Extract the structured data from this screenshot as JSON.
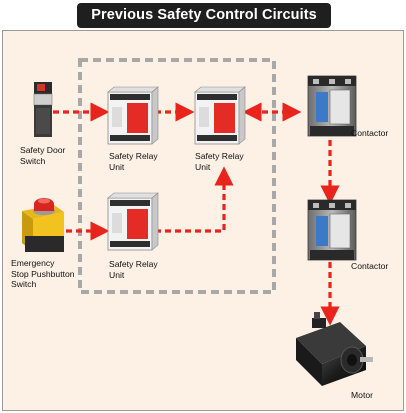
{
  "title": "Previous Safety Control Circuits",
  "colors": {
    "panel_background": "#fdf1e6",
    "title_background": "#1f1f1f",
    "arrow": "#e8241c",
    "group_border": "#a8a8a8",
    "relay_red": "#e52b25"
  },
  "components": {
    "safety_door_switch": {
      "label": "Safety Door\nSwitch",
      "icon": "door-switch-icon"
    },
    "emergency_stop": {
      "label": "Emergency\nStop Pushbutton\nSwitch",
      "icon": "emergency-stop-icon"
    },
    "relay_unit_1": {
      "label": "Safety Relay\nUnit",
      "icon": "relay-unit-icon"
    },
    "relay_unit_2": {
      "label": "Safety Relay\nUnit",
      "icon": "relay-unit-icon"
    },
    "relay_unit_3": {
      "label": "Safety Relay\nUnit",
      "icon": "relay-unit-icon"
    },
    "contactor_1": {
      "label": "Contactor",
      "icon": "contactor-icon"
    },
    "contactor_2": {
      "label": "Contactor",
      "icon": "contactor-icon"
    },
    "motor": {
      "label": "Motor",
      "icon": "motor-icon"
    }
  }
}
